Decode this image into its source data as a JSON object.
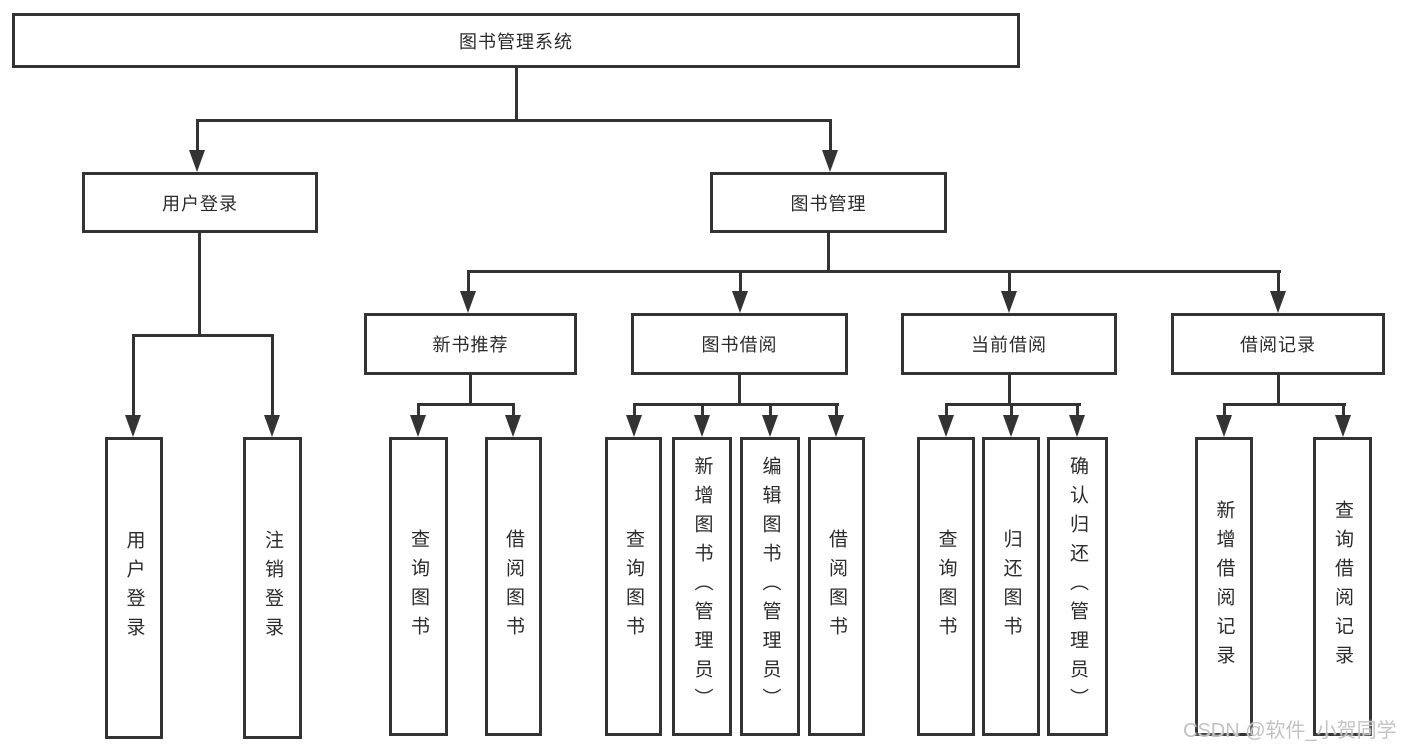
{
  "diagram": {
    "title": "图书管理系统",
    "root": {
      "label": "图书管理系统"
    },
    "level2": [
      {
        "label": "用户登录"
      },
      {
        "label": "图书管理"
      }
    ],
    "level3": [
      {
        "label": "新书推荐"
      },
      {
        "label": "图书借阅"
      },
      {
        "label": "当前借阅"
      },
      {
        "label": "借阅记录"
      }
    ],
    "leaves": {
      "user_login": [
        "用户登录",
        "注销登录"
      ],
      "new_book": [
        "查询图书",
        "借阅图书"
      ],
      "book_borrow": [
        "查询图书",
        "新增图书（管理员）",
        "编辑图书（管理员）",
        "借阅图书"
      ],
      "current_borrow": [
        "查询图书",
        "归还图书",
        "确认归还（管理员）"
      ],
      "borrow_record": [
        "新增借阅记录",
        "查询借阅记录"
      ]
    }
  },
  "watermark": {
    "text": "CSDN @软件_小贺同学",
    "color": "#c3c3c3"
  },
  "colors": {
    "line": "#333333",
    "box_border": "#333333",
    "text": "#2b2b2b",
    "background": "#ffffff"
  }
}
